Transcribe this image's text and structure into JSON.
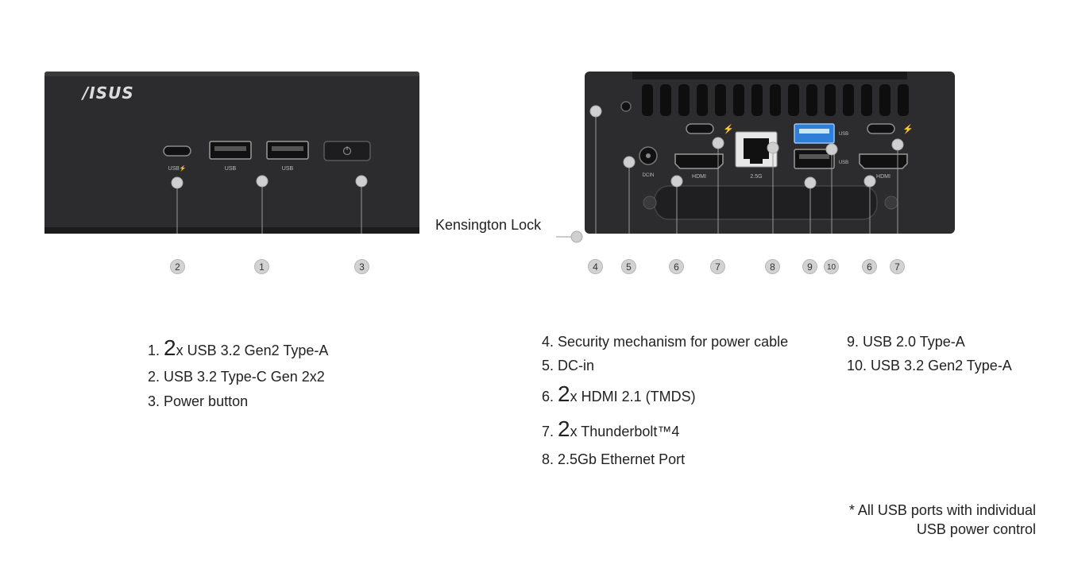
{
  "front": {
    "logo": "/ISUS",
    "port_labels": {
      "usb_c": "USB⚡",
      "usb_a1": "USB",
      "usb_a2": "USB"
    }
  },
  "rear": {
    "port_labels": {
      "hdmi_left": "HDMI",
      "ethernet": "2.5G",
      "hdmi_right": "HDMI",
      "usb_upper": "USB",
      "usb_lower": "USB",
      "dcin": "DCIN"
    }
  },
  "kensington_label": "Kensington Lock",
  "callouts": {
    "front": [
      "2",
      "1",
      "3"
    ],
    "rear": [
      "4",
      "5",
      "6",
      "7",
      "8",
      "9",
      "10",
      "6",
      "7"
    ]
  },
  "legend_left": [
    {
      "num": "1.",
      "qty": "2",
      "text": "x USB 3.2 Gen2 Type-A"
    },
    {
      "num": "2.",
      "qty": "",
      "text": "USB 3.2 Type-C Gen 2x2"
    },
    {
      "num": "3.",
      "qty": "",
      "text": "Power button"
    }
  ],
  "legend_middle": [
    {
      "num": "4.",
      "qty": "",
      "text": "Security mechanism for power cable"
    },
    {
      "num": "5.",
      "qty": "",
      "text": "DC-in"
    },
    {
      "num": "6.",
      "qty": "2",
      "text": "x HDMI 2.1 (TMDS)"
    },
    {
      "num": "7.",
      "qty": "2",
      "text": "x Thunderbolt™4"
    },
    {
      "num": "8.",
      "qty": "",
      "text": "2.5Gb Ethernet Port"
    }
  ],
  "legend_right": [
    {
      "num": "9.",
      "qty": "",
      "text": "USB 2.0 Type-A"
    },
    {
      "num": "10.",
      "qty": "",
      "text": "USB 3.2 Gen2 Type-A"
    }
  ],
  "note": {
    "line1": "* All USB ports with individual",
    "line2": "USB power control"
  },
  "colors": {
    "chassis": "#2c2c2e",
    "chassis_edge": "#1c1c1e",
    "callout_fill": "#d2d2d2",
    "usb3_blue": "#2f7fd8"
  }
}
